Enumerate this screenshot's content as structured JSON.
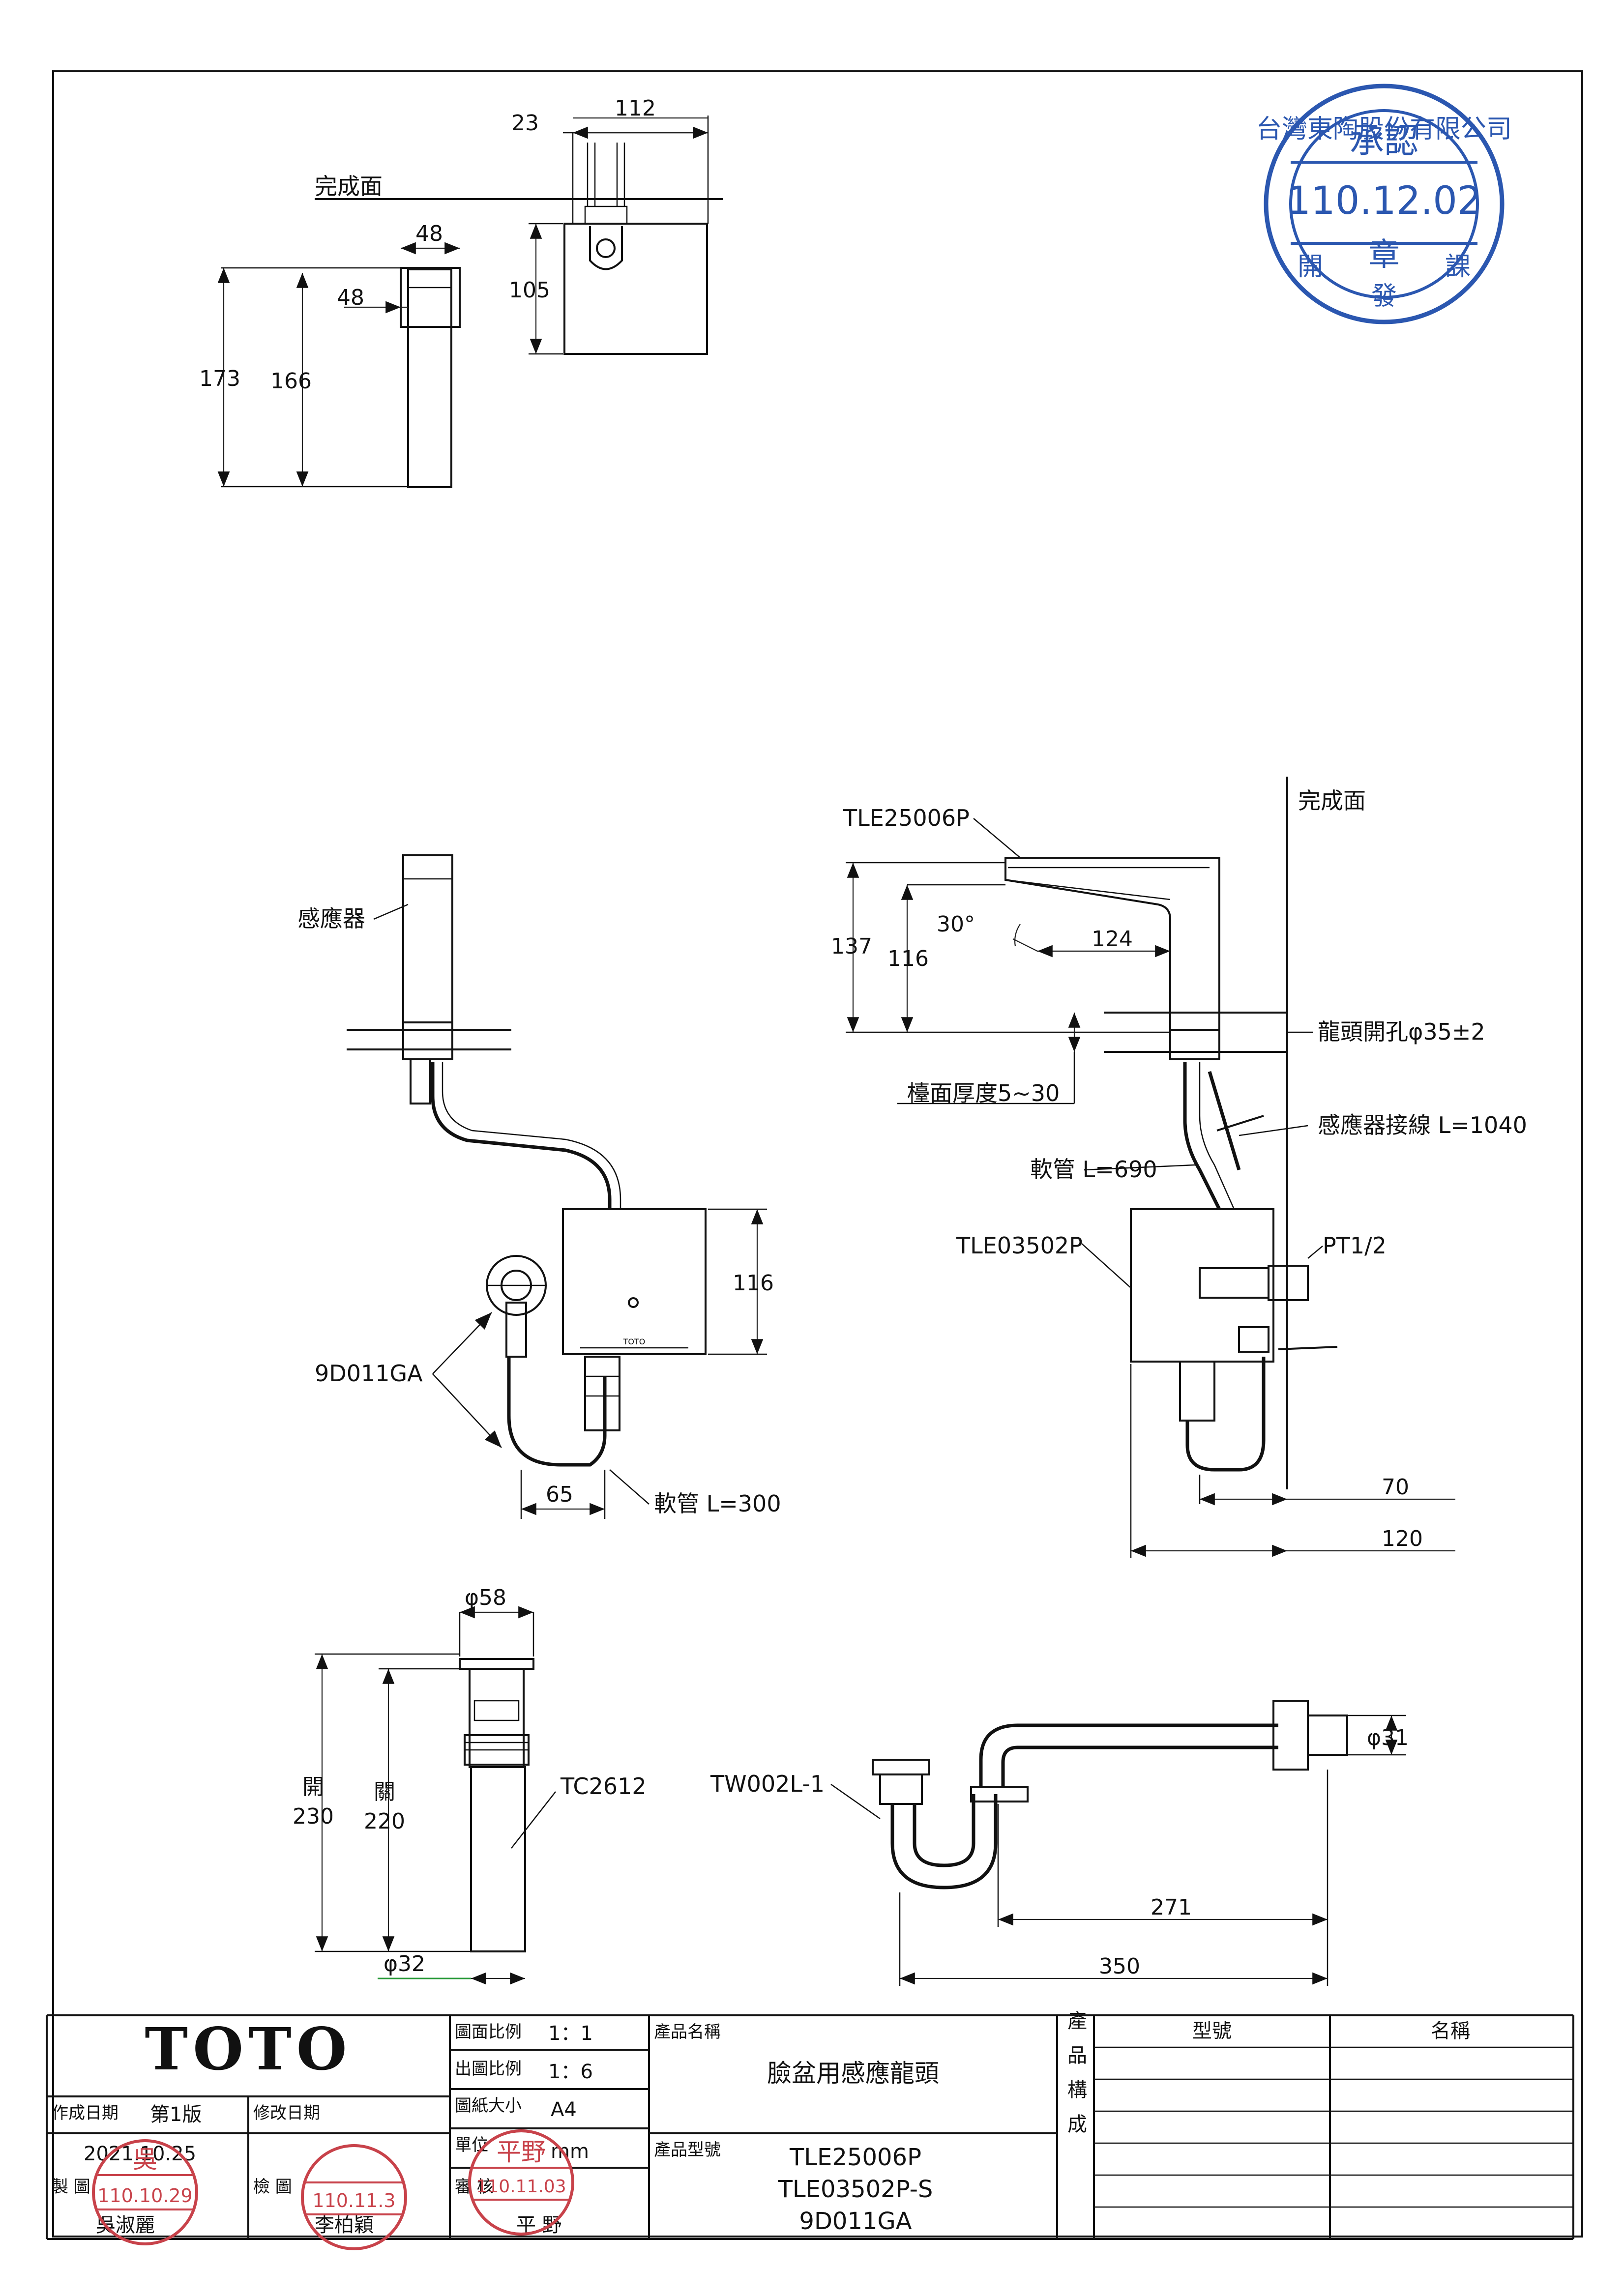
{
  "views": {
    "top": {
      "finish_surface": "完成面",
      "dims": {
        "d23": "23",
        "d112": "112",
        "d48a": "48",
        "d48b": "48",
        "d105": "105",
        "d173": "173",
        "d166": "166"
      }
    },
    "front": {
      "sensor": "感應器",
      "dim116": "116",
      "valve": "9D011GA",
      "dim65": "65",
      "hose": "軟管 L=300",
      "logo_small": "TOTO"
    },
    "side": {
      "faucet_model": "TLE25006P",
      "finish_surface": "完成面",
      "dim137": "137",
      "dim116": "116",
      "angle": "30°",
      "dim124": "124",
      "hole": "龍頭開孔φ35±2",
      "counter": "檯面厚度5~30",
      "cable": "感應器接線 L=1040",
      "hose": "軟管 L=690",
      "box_model": "TLE03502P",
      "thread": "PT1/2",
      "dim70": "70",
      "dim120": "120"
    },
    "drain": {
      "dim58": "φ58",
      "open_label": "開",
      "open_val": "230",
      "close_label": "關",
      "close_val": "220",
      "model": "TC2612",
      "dim32": "φ32"
    },
    "trap": {
      "model": "TW002L-1",
      "dim31": "φ31",
      "dim271": "271",
      "dim350": "350"
    }
  },
  "title_block": {
    "brand": "TOTO",
    "scale_label": "圖面比例",
    "scale_val": "1：1",
    "print_scale_label": "出圖比例",
    "print_scale_val": "1：6",
    "paper_label": "圖紙大小",
    "paper_val": "A4",
    "unit_label": "單位",
    "unit_val": "mm",
    "review_label": "審 核",
    "review_val": "平 野",
    "product_name_label": "產品名稱",
    "product_name": "臉盆用感應龍頭",
    "product_model_label": "產品型號",
    "models": [
      "TLE25006P",
      "TLE03502P-S",
      "9D011GA"
    ],
    "created_label": "作成日期",
    "version": "第1版",
    "revised_label": "修改日期",
    "created_date": "2021.10.25",
    "drawn_label": "製 圖",
    "drawn_by": "吳淑麗",
    "check_label": "檢 圖",
    "checked_by": "李柏穎",
    "composition_label": "產品構成",
    "col_model": "型號",
    "col_name": "名稱"
  },
  "stamps": {
    "approval_company": "台灣東陶股份有限公司",
    "approval_word": "承認",
    "approval_date": "110.12.02",
    "approval_seal": "章",
    "dept_left": "開",
    "dept_mid": "發",
    "dept_right": "課",
    "drawn_name": "吳",
    "drawn_date": "110.10.29",
    "check_date": "110.11.3",
    "review_name": "平野",
    "review_date": "110.11.03"
  },
  "colors": {
    "stamp_blue": "#2b57b0",
    "stamp_red": "#c8424a",
    "line": "#111111",
    "dim_green": "#2a9a3a"
  }
}
